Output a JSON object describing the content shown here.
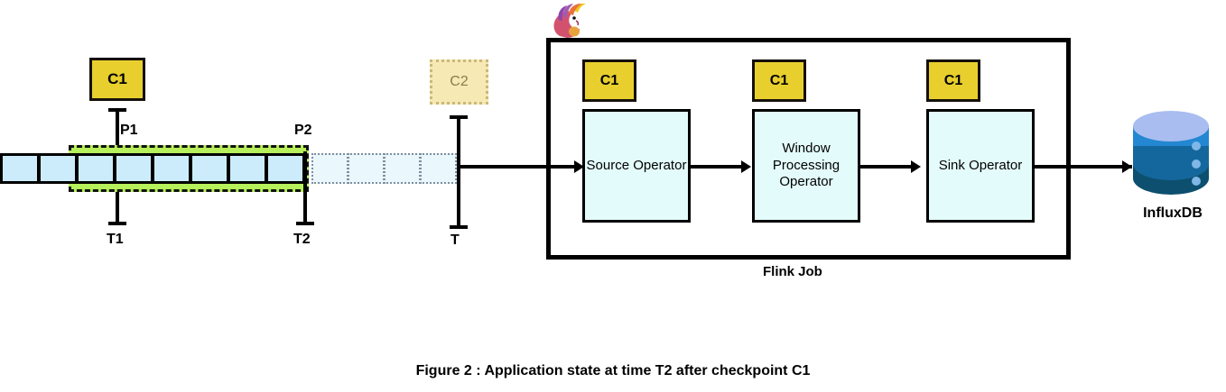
{
  "figure": {
    "caption": "Figure 2 : Application state at time T2 after checkpoint C1",
    "logo_name": "apache-flink-squirrel-logo"
  },
  "stream": {
    "solid_cell_count": 8,
    "faded_cell_count": 4,
    "highlight_label": "checkpointed-range-C1"
  },
  "checkpoints": {
    "stream_c1": {
      "label": "C1",
      "color": "#e8cf2e",
      "state": "committed"
    },
    "stream_c2": {
      "label": "C2",
      "color": "#f6e9b4",
      "state": "pending"
    }
  },
  "markers": [
    {
      "id": "p1",
      "label": "P1"
    },
    {
      "id": "p2",
      "label": "P2"
    },
    {
      "id": "t1",
      "label": "T1"
    },
    {
      "id": "t2",
      "label": "T2"
    },
    {
      "id": "t",
      "label": "T"
    }
  ],
  "job": {
    "title": "Flink Job",
    "operators": [
      {
        "name": "Source Operator",
        "checkpoint": "C1"
      },
      {
        "name": "Window Processing Operator",
        "checkpoint": "C1"
      },
      {
        "name": "Sink Operator",
        "checkpoint": "C1"
      }
    ]
  },
  "sink": {
    "label": "InfluxDB",
    "icon": "database-cylinder-icon",
    "colors": {
      "top": "#a9bdf0",
      "band1": "#2387d1",
      "band2": "#14679c",
      "band3": "#0d4f6e"
    }
  }
}
